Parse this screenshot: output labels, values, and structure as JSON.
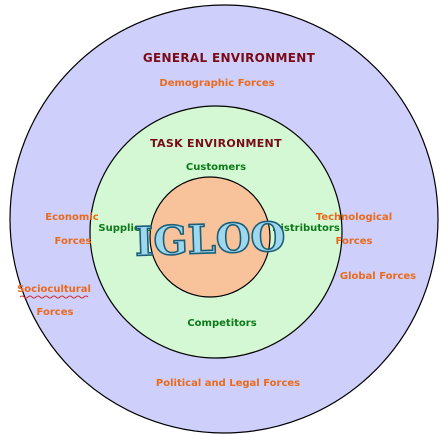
{
  "outer_title": "GENERAL ENVIRONMENT",
  "task_title": "TASK ENVIRONMENT",
  "center_label": "IGLOO",
  "general_forces": {
    "demographic": "Demographic Forces",
    "economic_line1": "Economic",
    "economic_line2": "Forces",
    "technological_line1": "Technological",
    "technological_line2": "Forces",
    "global": "Global Forces",
    "sociocultural_line1": "Sociocultural",
    "sociocultural_line2": "Forces",
    "political": "Political and Legal Forces"
  },
  "task_elements": {
    "customers": "Customers",
    "suppliers": "Suppliers",
    "distributors": "Distributors",
    "competitors": "Competitors"
  },
  "colors": {
    "outer_fill": "#cfcffb",
    "task_fill": "#d4f8d4",
    "center_fill": "#f8c39b",
    "title_color": "#7a0a16",
    "force_color": "#ea6a1c",
    "task_color": "#0b7a18"
  }
}
